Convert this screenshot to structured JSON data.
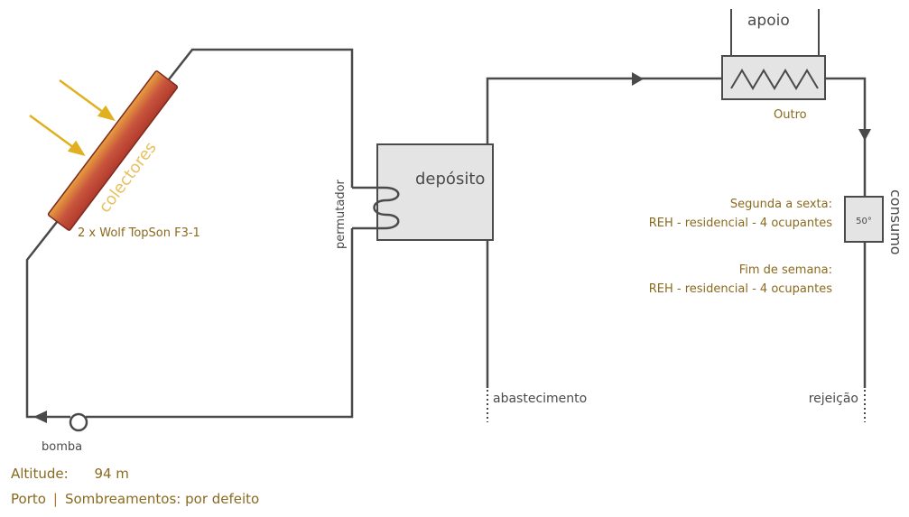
{
  "labels": {
    "collectors": "colectores",
    "collector_model": "2 x Wolf TopSon F3-1",
    "exchanger": "permutador",
    "tank": "depósito",
    "backup": "apoio",
    "backup_type": "Outro",
    "consumption": "consumo",
    "weekday_title": "Segunda a sexta:",
    "weekday_profile": "REH - residencial - 4 ocupantes",
    "weekend_title": "Fim de semana:",
    "weekend_profile": "REH - residencial - 4 ocupantes",
    "temperature": "50°",
    "supply": "abastecimento",
    "rejection": "rejeição",
    "pump": "bomba"
  },
  "footer": {
    "altitude_label": "Altitude:",
    "altitude_value": "94 m",
    "location": "Porto",
    "separator": "|",
    "shading": "Sombreamentos: por defeito"
  },
  "colors": {
    "pipe": "#4a4a4a",
    "collector_fill": "#c8553d",
    "sun_arrow": "#e0b020",
    "label_brown": "#8a6a1f",
    "box_fill": "#e4e4e4"
  }
}
